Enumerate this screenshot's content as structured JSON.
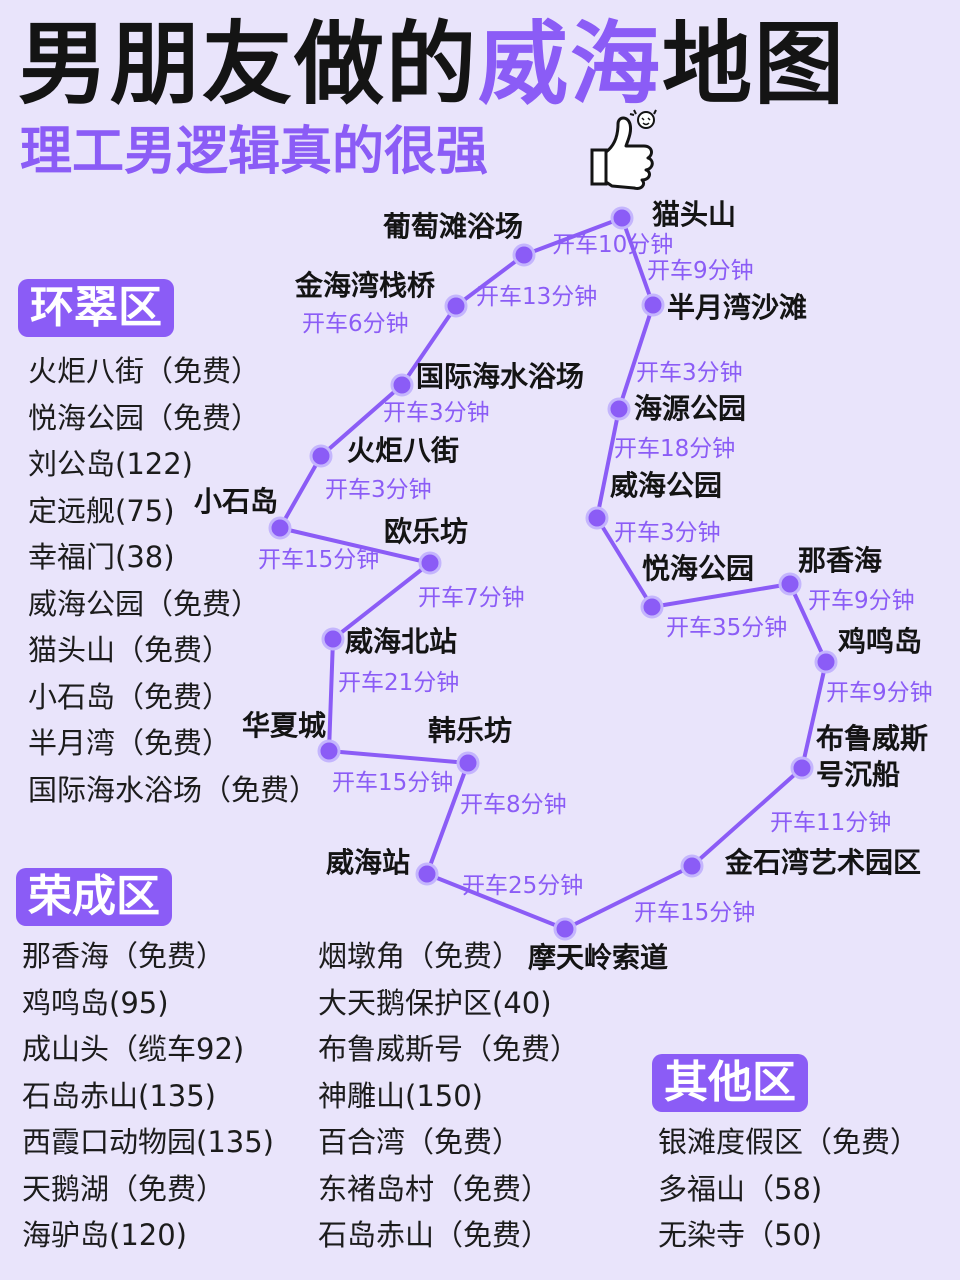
{
  "header": {
    "title_prefix": "男朋友做的",
    "title_highlight": "威海",
    "title_suffix": "地图",
    "subtitle": "理工男逻辑真的很强"
  },
  "colors": {
    "accent": "#8b5cf6",
    "background": "#e9e4fb",
    "text": "#141414"
  },
  "icons": {
    "thumb": "thumbs-up-icon"
  },
  "regions": {
    "huancui": {
      "label": "环翠区",
      "items": [
        "火炬八街（免费）",
        "悦海公园（免费）",
        "刘公岛(122)",
        "定远舰(75)",
        "幸福门(38)",
        "威海公园（免费）",
        "猫头山（免费）",
        "小石岛（免费）",
        "半月湾（免费）",
        "国际海水浴场（免费）"
      ]
    },
    "rongcheng": {
      "label": "荣成区",
      "items_left": [
        "那香海（免费）",
        "鸡鸣岛(95)",
        "成山头（缆车92)",
        "石岛赤山(135)",
        "西霞口动物园(135)",
        "天鹅湖（免费）",
        "海驴岛(120)"
      ],
      "items_right": [
        "烟墩角（免费）",
        "大天鹅保护区(40)",
        "布鲁威斯号（免费）",
        "神雕山(150)",
        "百合湾（免费）",
        "东褚岛村（免费）",
        "石岛赤山（免费）"
      ]
    },
    "other": {
      "label": "其他区",
      "items": [
        "银滩度假区（免费）",
        "多福山（58)",
        "无染寺（50)"
      ]
    }
  },
  "route": {
    "stops": [
      {
        "name": "华夏城"
      },
      {
        "name": "威海北站"
      },
      {
        "name": "欧乐坊"
      },
      {
        "name": "小石岛"
      },
      {
        "name": "火炬八街"
      },
      {
        "name": "国际海水浴场"
      },
      {
        "name": "金海湾栈桥"
      },
      {
        "name": "葡萄滩浴场"
      },
      {
        "name": "猫头山"
      },
      {
        "name": "半月湾沙滩"
      },
      {
        "name": "海源公园"
      },
      {
        "name": "威海公园"
      },
      {
        "name": "悦海公园"
      },
      {
        "name": "那香海"
      },
      {
        "name": "鸡鸣岛"
      },
      {
        "name": "布鲁威斯号沉船"
      },
      {
        "name": "金石湾艺术园区"
      },
      {
        "name": "摩天岭索道"
      },
      {
        "name": "威海站"
      },
      {
        "name": "韩乐坊"
      }
    ],
    "legs": [
      "开车21分钟",
      "开车7分钟",
      "开车15分钟",
      "开车3分钟",
      "开车3分钟",
      "开车6分钟",
      "开车13分钟",
      "开车10分钟",
      "开车9分钟",
      "开车3分钟",
      "开车18分钟",
      "开车3分钟",
      "开车35分钟",
      "开车9分钟",
      "开车9分钟",
      "开车11分钟",
      "开车15分钟",
      "开车25分钟",
      "开车8分钟",
      "开车15分钟"
    ]
  }
}
